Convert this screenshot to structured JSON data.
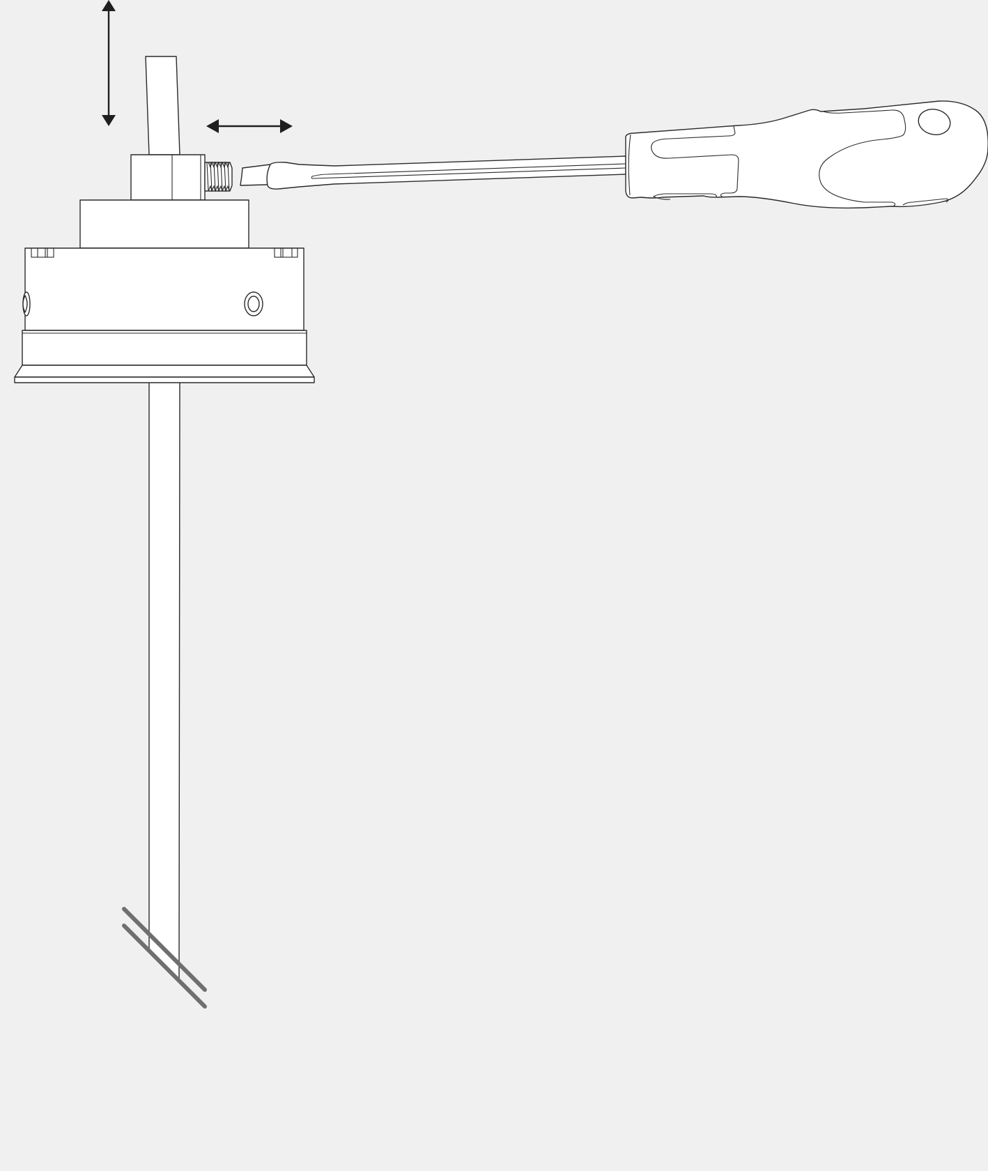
{
  "diagram": {
    "background": "#eff0ef",
    "line_color": "#2a2a2a",
    "fill_color": "#ffffff",
    "break_mark_color": "#6f6f6f",
    "components": [
      "probe-rod",
      "adjustment-nut",
      "set-screw",
      "sensor-housing",
      "mounting-flange",
      "flat-screwdriver"
    ],
    "arrows": [
      {
        "name": "vertical-adjust-arrow",
        "direction": "up-down"
      },
      {
        "name": "horizontal-adjust-arrow",
        "direction": "left-right"
      }
    ],
    "break_mark": {
      "name": "rod-break-mark",
      "meaning": "rod continues"
    }
  }
}
